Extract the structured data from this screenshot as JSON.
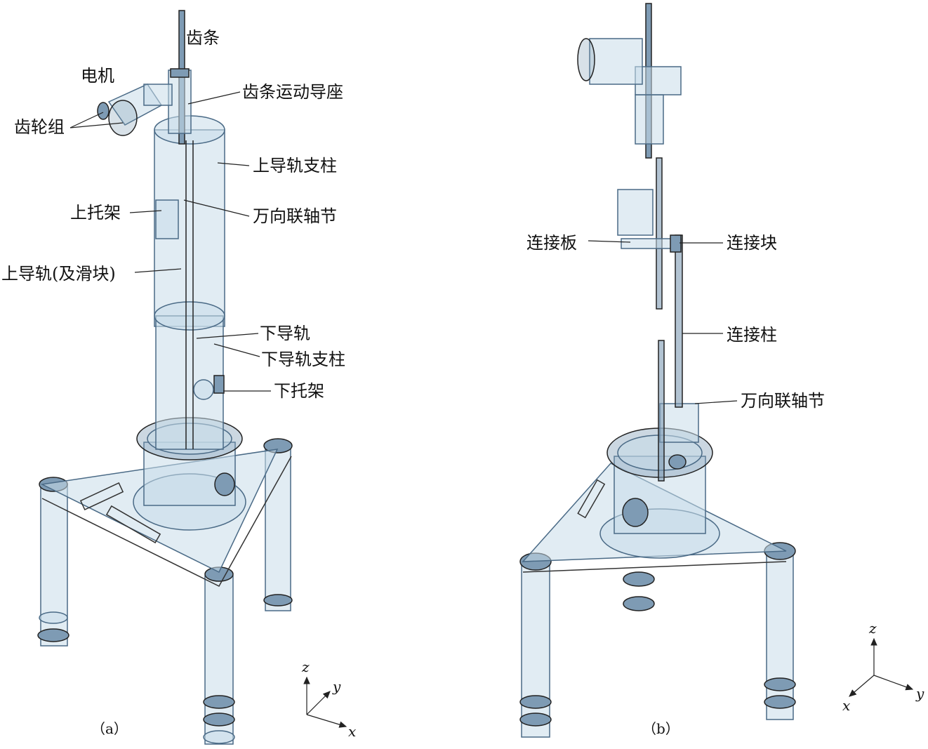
{
  "figure_a": {
    "caption": "（a）",
    "labels": {
      "rack": "齿条",
      "motor": "电机",
      "rack_guide_seat": "齿条运动导座",
      "gear_set": "齿轮组",
      "upper_rail_pillar": "上导轨支柱",
      "upper_bracket": "上托架",
      "universal_joint": "万向联轴节",
      "upper_rail": "上导轨(及滑块)",
      "lower_rail": "下导轨",
      "lower_rail_pillar": "下导轨支柱",
      "lower_bracket": "下托架"
    },
    "axes": {
      "z": "z",
      "y": "y",
      "x": "x"
    }
  },
  "figure_b": {
    "caption": "（b）",
    "labels": {
      "connecting_plate": "连接板",
      "connecting_block": "连接块",
      "connecting_column": "连接柱",
      "universal_joint": "万向联轴节"
    },
    "axes": {
      "z": "z",
      "y": "y",
      "x": "x"
    }
  }
}
